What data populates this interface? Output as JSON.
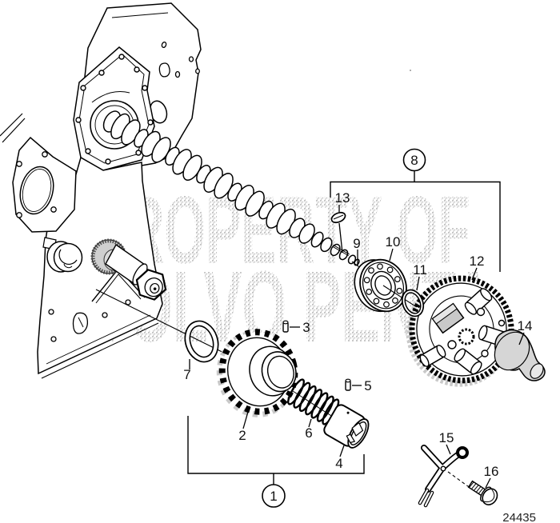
{
  "figure": {
    "drawing_number": "24435",
    "watermark": {
      "line1": "PROPERTY OF",
      "line2": "VOLVO PENTA"
    }
  },
  "callouts": {
    "n1": "1",
    "n2": "2",
    "n3": "3",
    "n4": "4",
    "n5": "5",
    "n6": "6",
    "n7": "7",
    "n8": "8",
    "n9": "9",
    "n10": "10",
    "n11": "11",
    "n12": "12",
    "n13": "13",
    "n14": "14",
    "n15": "15",
    "n16": "16"
  },
  "colors": {
    "line": "#000000",
    "part_shade_light": "#d6d6d6",
    "part_shade_mid": "#c9c9c9",
    "watermark_dot": "#b5b5b5"
  }
}
